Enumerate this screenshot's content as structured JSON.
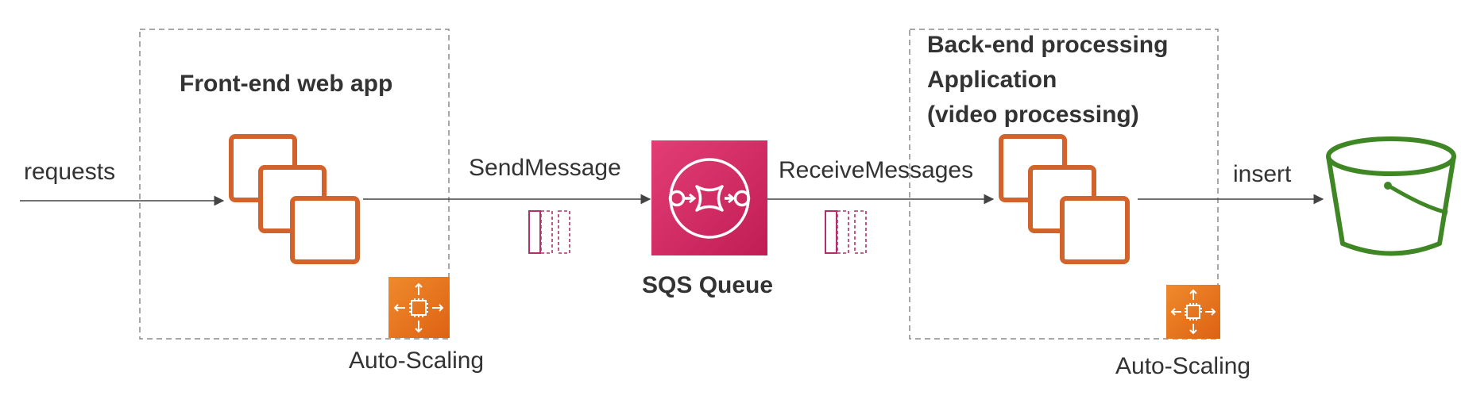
{
  "diagram": {
    "labels": {
      "requests": "requests",
      "frontend_title": "Front-end web app",
      "send_message": "SendMessage",
      "sqs_queue": "SQS Queue",
      "receive_messages": "ReceiveMessages",
      "backend_title": "Back-end processing\nApplication\n(video processing)",
      "insert": "insert",
      "autoscaling_front": "Auto-Scaling",
      "autoscaling_back": "Auto-Scaling"
    },
    "colors": {
      "ec2_orange": "#D4622B",
      "autoscaling_orange": "#E8701F",
      "sqs_pink": "#D12660",
      "message_magenta": "#B0306B",
      "s3_green": "#3F8624",
      "arrow": "#444444",
      "dashed_border": "#8A8A8A",
      "text": "#333333"
    },
    "icons": {
      "frontend_instances": "ec2-instances-icon",
      "backend_instances": "ec2-instances-icon",
      "queue": "sqs-queue-icon",
      "bucket": "s3-bucket-icon",
      "autoscaling": "auto-scaling-icon",
      "messages": "message-stack-icon"
    }
  }
}
